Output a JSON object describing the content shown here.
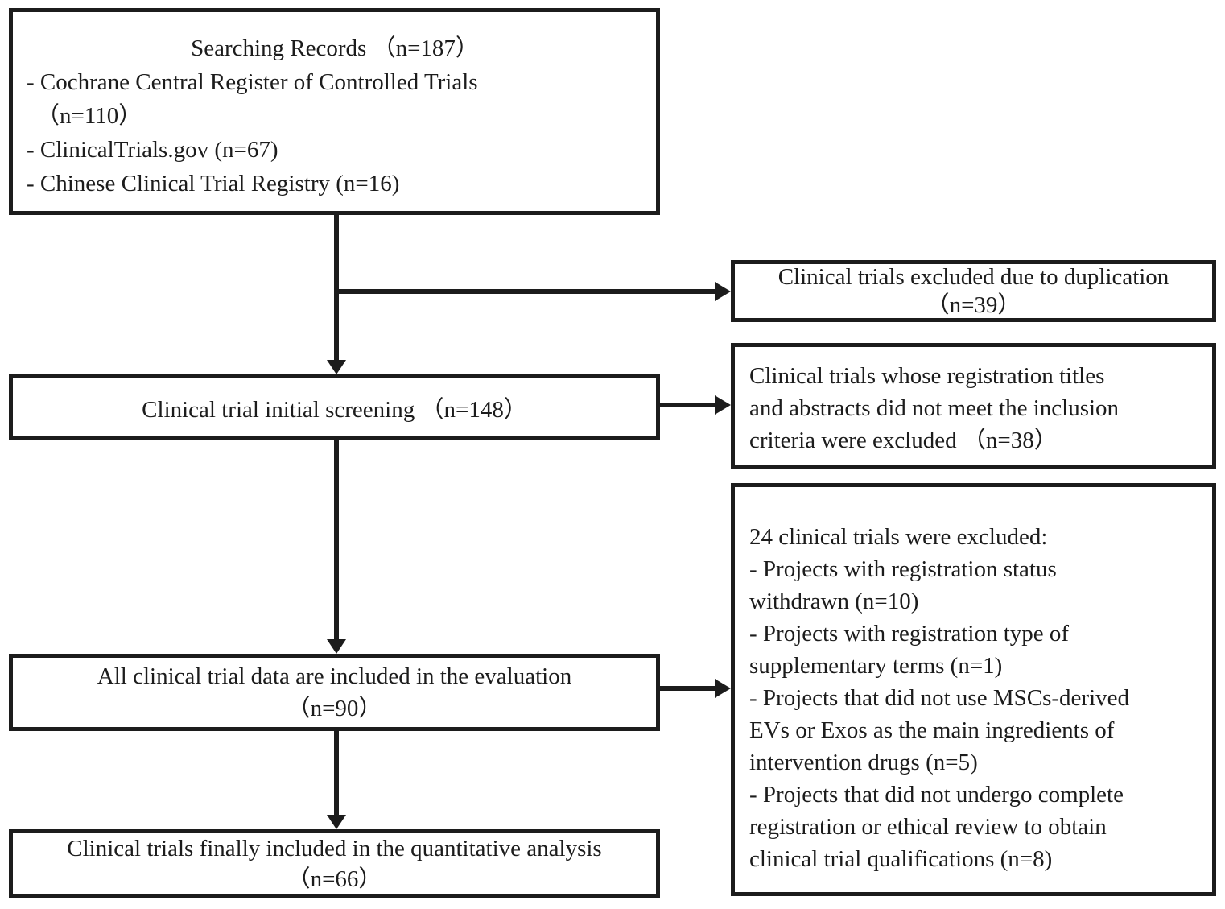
{
  "palette": {
    "ink": "#1c1c1c",
    "paper": "#ffffff"
  },
  "flowchart": {
    "searching_box": {
      "title": "Searching Records （n=187）",
      "lines": [
        "- Cochrane Central Register of Controlled Trials",
        "（n=110）",
        "- ClinicalTrials.gov (n=67)",
        "- Chinese Clinical Trial Registry (n=16)"
      ]
    },
    "screening_box": {
      "text": "Clinical trial initial screening （n=148）"
    },
    "duplication_box": {
      "lines": [
        "Clinical trials excluded due to duplication",
        "（n=39）"
      ]
    },
    "titles_box": {
      "lines": [
        "Clinical trials whose registration titles",
        "and abstracts did not meet the inclusion",
        "criteria were excluded （n=38）"
      ]
    },
    "evaluation_box": {
      "lines": [
        "All clinical trial data are included in the evaluation",
        "（n=90）"
      ]
    },
    "excluded_box": {
      "lines": [
        "24 clinical trials were excluded:",
        "- Projects with registration status",
        "withdrawn (n=10)",
        "- Projects with registration type of",
        "supplementary terms (n=1)",
        "- Projects that did not use MSCs-derived",
        "EVs or Exos as the main ingredients of",
        "intervention drugs (n=5)",
        "- Projects that did not undergo complete",
        "registration or ethical review to obtain",
        "clinical trial qualifications (n=8)"
      ]
    },
    "final_box": {
      "lines": [
        "Clinical trials finally included in the quantitative analysis",
        "（n=66）"
      ]
    }
  }
}
